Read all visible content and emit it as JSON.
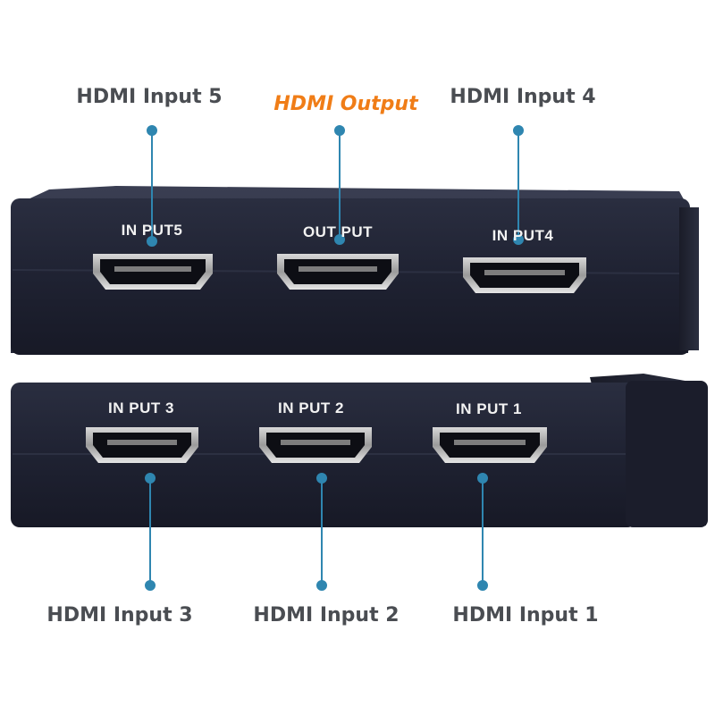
{
  "callouts": {
    "input5": "HDMI Input 5",
    "output": "HDMI Output",
    "input4": "HDMI Input 4",
    "input3": "HDMI Input 3",
    "input2": "HDMI Input 2",
    "input1": "HDMI Input 1"
  },
  "ports": {
    "input5": "IN PUT5",
    "output": "OUT PUT",
    "input4": "IN PUT4",
    "input3": "IN PUT 3",
    "input2": "IN PUT 2",
    "input1": "IN PUT 1"
  },
  "colors": {
    "callout_text": "#4a4d52",
    "output_text": "#f07d17",
    "leader_line": "#2f86b0",
    "device_body": "#1e2130"
  }
}
